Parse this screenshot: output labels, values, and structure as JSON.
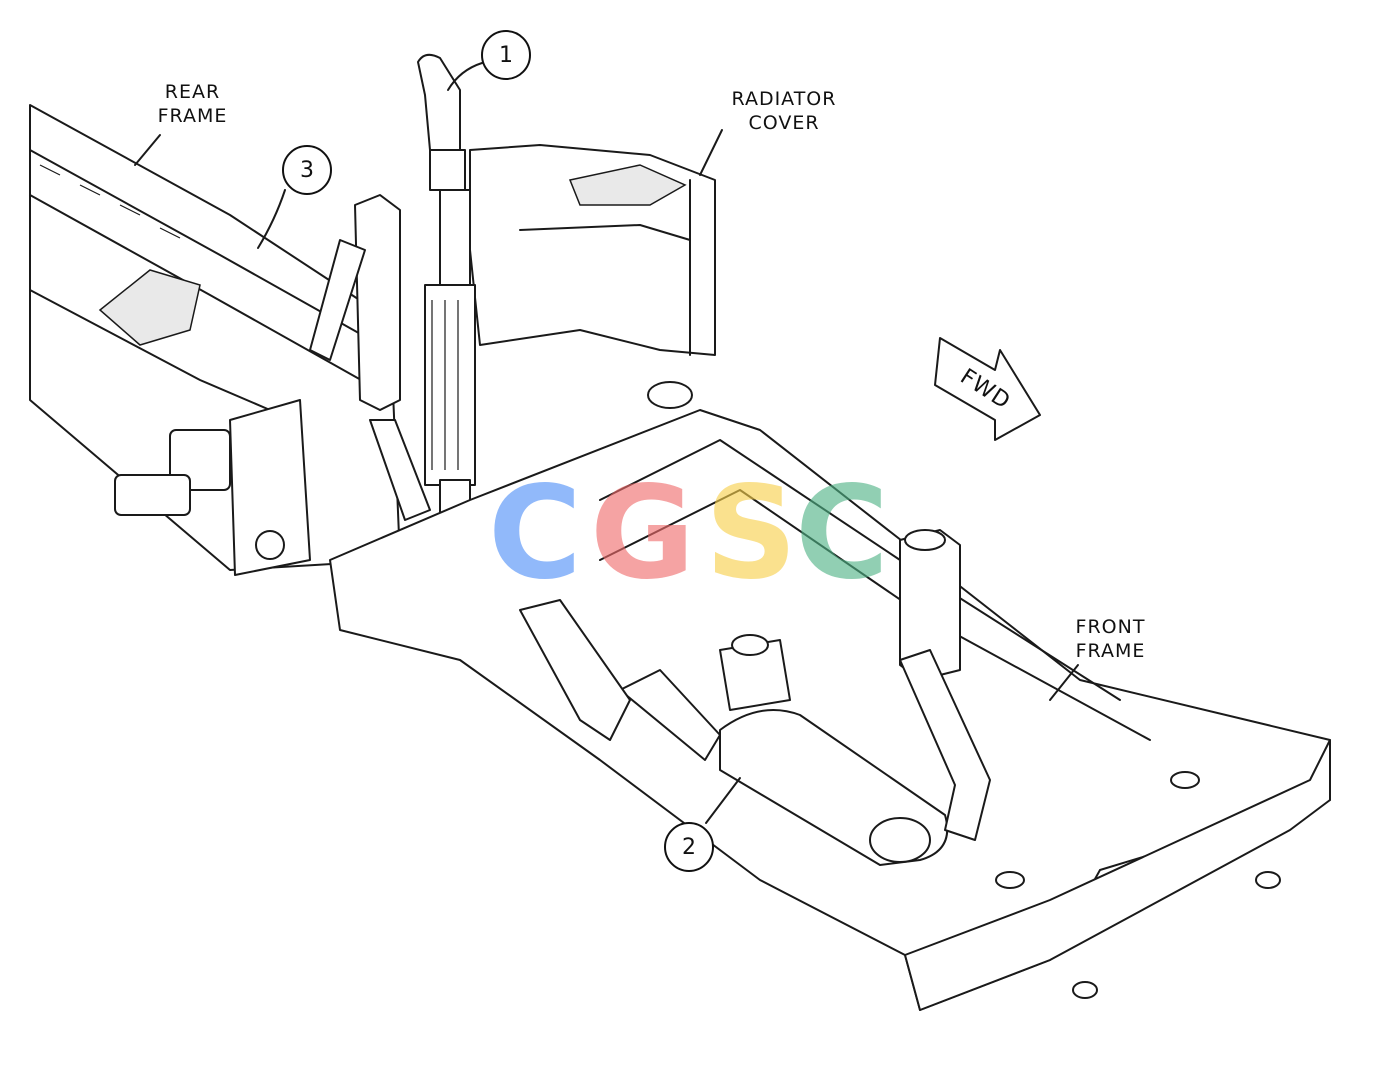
{
  "labels": {
    "rear_frame": [
      "REAR",
      "FRAME"
    ],
    "radiator_cover": [
      "RADIATOR",
      "COVER"
    ],
    "front_frame": [
      "FRONT",
      "FRAME"
    ],
    "fwd": "FWD"
  },
  "callouts": [
    "1",
    "2",
    "3"
  ],
  "watermark": {
    "letters": [
      "C",
      "G",
      "S",
      "C"
    ],
    "colors": [
      "#4f8ff7",
      "#ef6b6b",
      "#f7cf4a",
      "#4fb285"
    ]
  }
}
